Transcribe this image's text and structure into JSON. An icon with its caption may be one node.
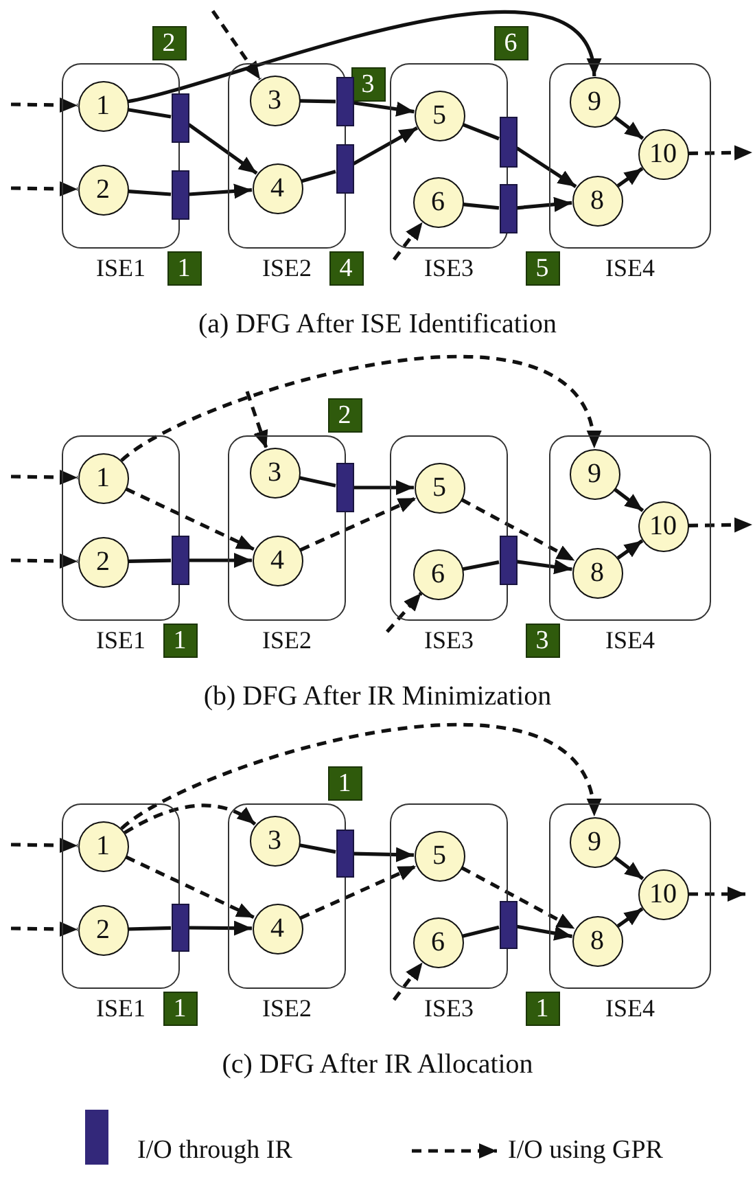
{
  "diagram": {
    "nodes": [
      {
        "text": [
          "ISE1"
        ]
      },
      {
        "text": [
          "1"
        ],
        "in": 0
      },
      {
        "text": [
          "2"
        ],
        "in": 0
      },
      {
        "text": [
          "ISE2"
        ]
      },
      {
        "text": [
          "3"
        ],
        "in": 3
      },
      {
        "text": [
          "4"
        ],
        "in": 3
      },
      {
        "text": [
          "ISE3"
        ]
      },
      {
        "text": [
          "5"
        ],
        "in": 6
      },
      {
        "text": [
          "6"
        ],
        "in": 6
      },
      {
        "text": [
          "ISE4"
        ]
      },
      {
        "text": [
          "9"
        ],
        "in": 9
      },
      {
        "text": [
          "10"
        ],
        "in": 9
      },
      {
        "text": [
          "8"
        ],
        "in": 9
      },
      {
        "text": [
          "2"
        ]
      },
      {
        "text": [],
        "shape": "bar"
      },
      {
        "text": [],
        "shape": "bar"
      },
      {
        "text": [
          "1"
        ]
      },
      {
        "text": [
          "3"
        ]
      },
      {
        "text": [],
        "shape": "bar"
      },
      {
        "text": [],
        "shape": "bar"
      },
      {
        "text": [
          "4"
        ]
      },
      {
        "text": [
          "6"
        ]
      },
      {
        "text": [],
        "shape": "bar"
      },
      {
        "text": [],
        "shape": "bar"
      },
      {
        "text": [
          "5"
        ]
      },
      {
        "text": [
          "ISE1"
        ]
      },
      {
        "text": [
          "1"
        ],
        "in": 25
      },
      {
        "text": [
          "2"
        ],
        "in": 25
      },
      {
        "text": [
          "ISE2"
        ]
      },
      {
        "text": [
          "3"
        ],
        "in": 28
      },
      {
        "text": [
          "4"
        ],
        "in": 28
      },
      {
        "text": [
          "ISE3"
        ]
      },
      {
        "text": [
          "5"
        ],
        "in": 31
      },
      {
        "text": [
          "6"
        ],
        "in": 31
      },
      {
        "text": [
          "ISE4"
        ]
      },
      {
        "text": [
          "9"
        ],
        "in": 34
      },
      {
        "text": [
          "10"
        ],
        "in": 34
      },
      {
        "text": [
          "8"
        ],
        "in": 34
      },
      {
        "text": [],
        "shape": "bar"
      },
      {
        "text": [
          "1"
        ]
      },
      {
        "text": [
          "2"
        ]
      },
      {
        "text": [],
        "shape": "bar"
      },
      {
        "text": [],
        "shape": "bar"
      },
      {
        "text": [
          "3"
        ]
      },
      {
        "text": [
          "ISE1"
        ]
      },
      {
        "text": [
          "1"
        ],
        "in": 44
      },
      {
        "text": [
          "2"
        ],
        "in": 44
      },
      {
        "text": [
          "ISE2"
        ]
      },
      {
        "text": [
          "3"
        ],
        "in": 47
      },
      {
        "text": [
          "4"
        ],
        "in": 47
      },
      {
        "text": [
          "ISE3"
        ]
      },
      {
        "text": [
          "5"
        ],
        "in": 50
      },
      {
        "text": [
          "6"
        ],
        "in": 50
      },
      {
        "text": [
          "ISE4"
        ]
      },
      {
        "text": [
          "9"
        ],
        "in": 53
      },
      {
        "text": [
          "10"
        ],
        "in": 53
      },
      {
        "text": [
          "8"
        ],
        "in": 53
      },
      {
        "text": [],
        "shape": "bar"
      },
      {
        "text": [
          "1"
        ]
      },
      {
        "text": [
          "1"
        ]
      },
      {
        "text": [],
        "shape": "bar"
      },
      {
        "text": [],
        "shape": "bar"
      },
      {
        "text": [
          "1"
        ]
      }
    ],
    "edges": [
      {
        "from": null,
        "to": 1,
        "arrow": "to",
        "style": "dashed"
      },
      {
        "from": null,
        "to": 2,
        "arrow": "to",
        "style": "dashed"
      },
      {
        "from": null,
        "to": 4,
        "arrow": "to",
        "style": "dashed"
      },
      {
        "from": null,
        "to": 8,
        "arrow": "to",
        "style": "dashed"
      },
      {
        "from": 1,
        "to": 10,
        "arrow": "to"
      },
      {
        "from": 1,
        "to": 14,
        "arrow": "none"
      },
      {
        "from": 14,
        "to": 5,
        "arrow": "to"
      },
      {
        "from": 2,
        "to": 15,
        "arrow": "none"
      },
      {
        "from": 15,
        "to": 5,
        "arrow": "to"
      },
      {
        "from": 4,
        "to": 18,
        "arrow": "none"
      },
      {
        "from": 18,
        "to": 7,
        "arrow": "to"
      },
      {
        "from": 5,
        "to": 19,
        "arrow": "none"
      },
      {
        "from": 19,
        "to": 7,
        "arrow": "to"
      },
      {
        "from": 7,
        "to": 22,
        "arrow": "none"
      },
      {
        "from": 22,
        "to": 12,
        "arrow": "to"
      },
      {
        "from": 8,
        "to": 23,
        "arrow": "none"
      },
      {
        "from": 23,
        "to": 12,
        "arrow": "to"
      },
      {
        "from": 10,
        "to": 11,
        "arrow": "to"
      },
      {
        "from": 12,
        "to": 11,
        "arrow": "to"
      },
      {
        "from": 11,
        "to": null,
        "arrow": "to",
        "style": "dashed"
      },
      {
        "from": null,
        "to": 26,
        "arrow": "to",
        "style": "dashed"
      },
      {
        "from": null,
        "to": 27,
        "arrow": "to",
        "style": "dashed"
      },
      {
        "from": null,
        "to": 29,
        "arrow": "to",
        "style": "dashed"
      },
      {
        "from": null,
        "to": 33,
        "arrow": "to",
        "style": "dashed"
      },
      {
        "from": 26,
        "to": 35,
        "arrow": "to",
        "style": "dashed"
      },
      {
        "from": 26,
        "to": 30,
        "arrow": "to",
        "style": "dashed"
      },
      {
        "from": 27,
        "to": 38,
        "arrow": "none"
      },
      {
        "from": 38,
        "to": 30,
        "arrow": "to"
      },
      {
        "from": 29,
        "to": 41,
        "arrow": "none"
      },
      {
        "from": 41,
        "to": 32,
        "arrow": "to"
      },
      {
        "from": 30,
        "to": 32,
        "arrow": "to",
        "style": "dashed"
      },
      {
        "from": 32,
        "to": 37,
        "arrow": "to",
        "style": "dashed"
      },
      {
        "from": 33,
        "to": 42,
        "arrow": "none"
      },
      {
        "from": 42,
        "to": 37,
        "arrow": "to"
      },
      {
        "from": 35,
        "to": 36,
        "arrow": "to"
      },
      {
        "from": 37,
        "to": 36,
        "arrow": "to"
      },
      {
        "from": 36,
        "to": null,
        "arrow": "to",
        "style": "dashed"
      },
      {
        "from": null,
        "to": 45,
        "arrow": "to",
        "style": "dashed"
      },
      {
        "from": null,
        "to": 46,
        "arrow": "to",
        "style": "dashed"
      },
      {
        "from": 45,
        "to": 48,
        "arrow": "to",
        "style": "dashed"
      },
      {
        "from": null,
        "to": 52,
        "arrow": "to",
        "style": "dashed"
      },
      {
        "from": 45,
        "to": 54,
        "arrow": "to",
        "style": "dashed"
      },
      {
        "from": 45,
        "to": 49,
        "arrow": "to",
        "style": "dashed"
      },
      {
        "from": 46,
        "to": 57,
        "arrow": "none"
      },
      {
        "from": 57,
        "to": 49,
        "arrow": "to"
      },
      {
        "from": 48,
        "to": 60,
        "arrow": "none"
      },
      {
        "from": 60,
        "to": 51,
        "arrow": "to"
      },
      {
        "from": 49,
        "to": 51,
        "arrow": "to",
        "style": "dashed"
      },
      {
        "from": 51,
        "to": 56,
        "arrow": "to",
        "style": "dashed"
      },
      {
        "from": 52,
        "to": 61,
        "arrow": "none"
      },
      {
        "from": 61,
        "to": 56,
        "arrow": "to"
      },
      {
        "from": 54,
        "to": 55,
        "arrow": "to"
      },
      {
        "from": 56,
        "to": 55,
        "arrow": "to"
      },
      {
        "from": 55,
        "to": null,
        "arrow": "to",
        "style": "dashed"
      }
    ],
    "labels": [
      "(a) DFG After ISE Identification",
      "(b) DFG After IR Minimization",
      "(c) DFG After IR Allocation"
    ],
    "legend": [
      {
        "text": "I/O through IR",
        "color": "#33287a"
      },
      {
        "text": "I/O using GPR"
      }
    ]
  }
}
